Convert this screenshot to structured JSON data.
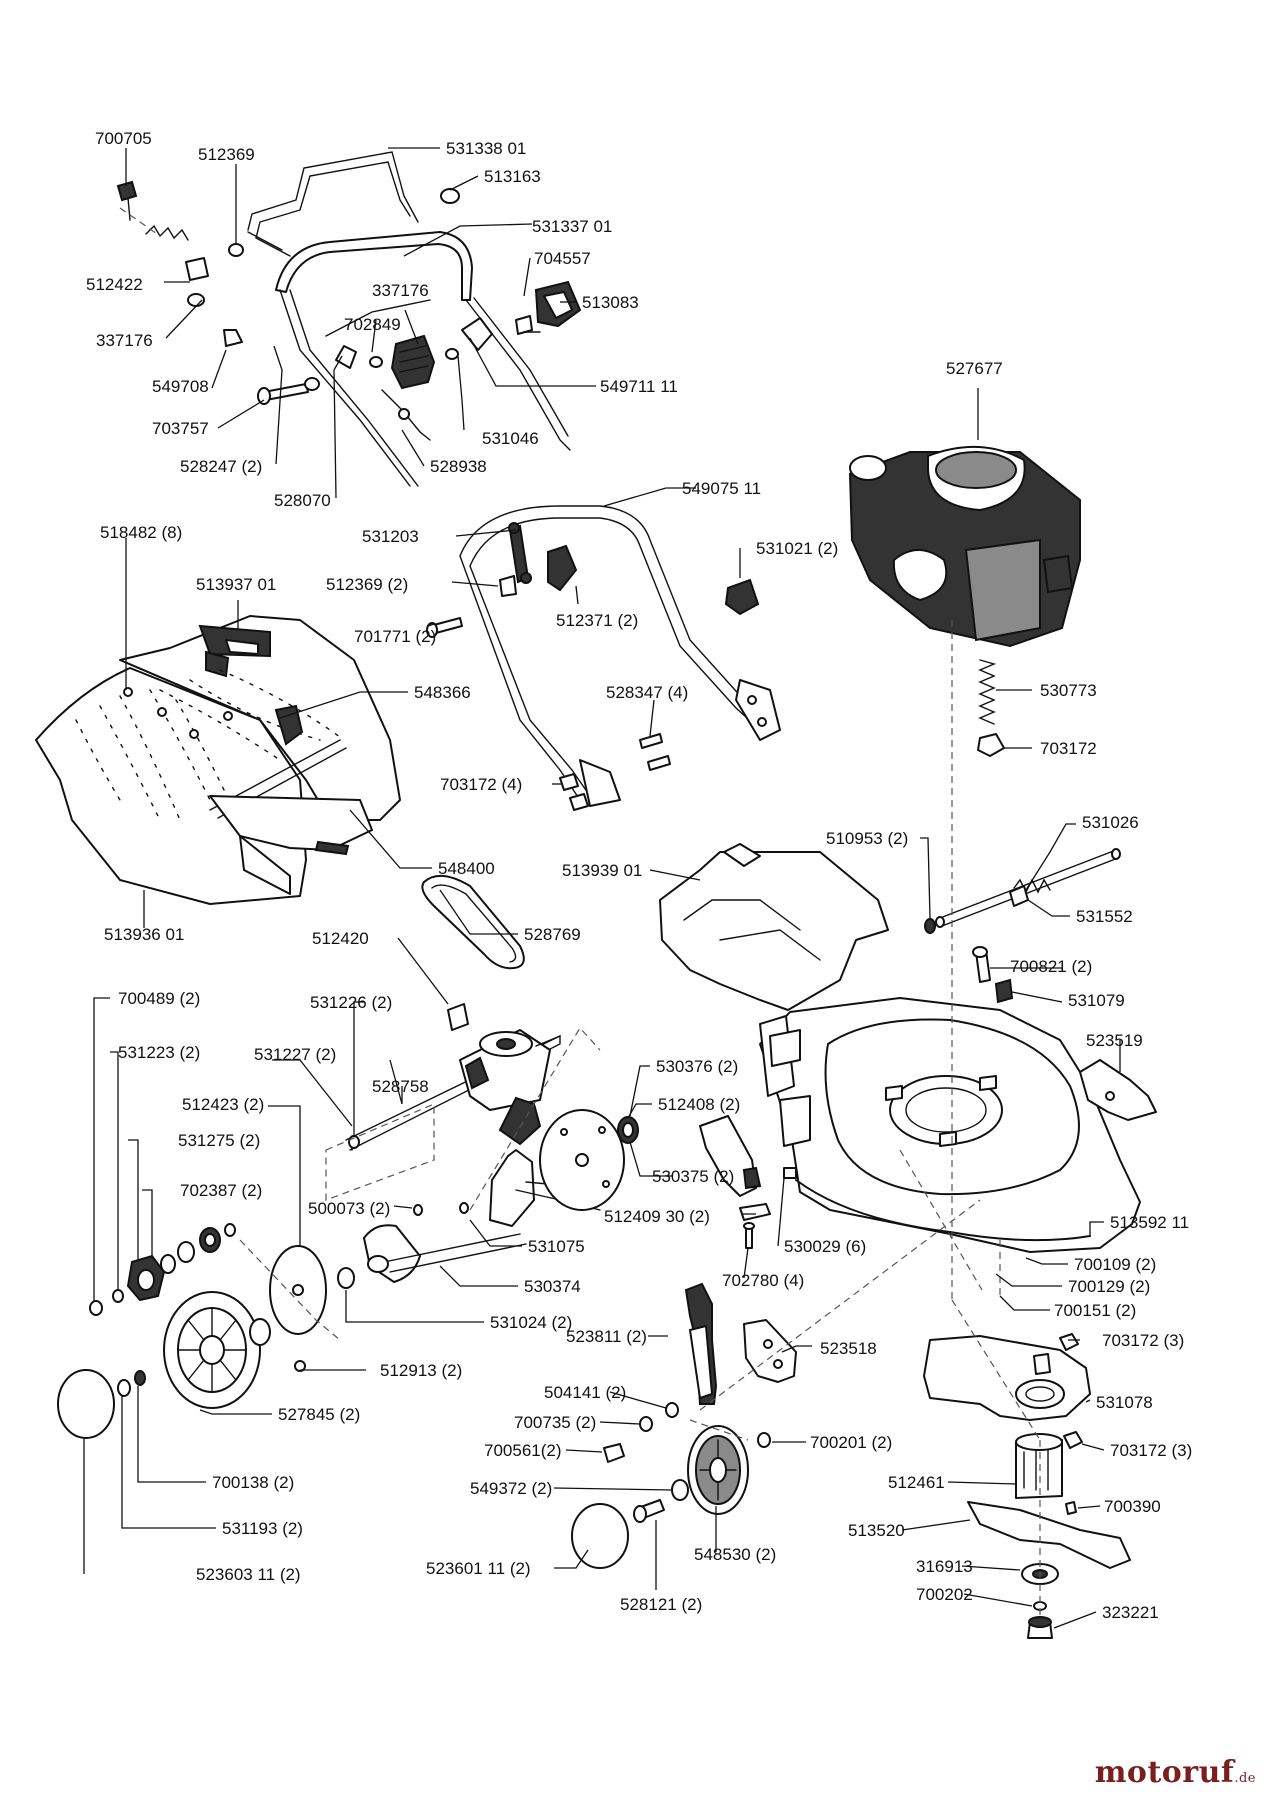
{
  "labels": {
    "p700705": "700705",
    "p512369": "512369",
    "p531338_01": "531338 01",
    "p513163": "513163",
    "p531337_01": "531337 01",
    "p512422": "512422",
    "p704557": "704557",
    "p337176_a": "337176",
    "p337176_b": "337176",
    "p513083": "513083",
    "p702849": "702849",
    "p549708": "549708",
    "p549711_11": "549711 11",
    "p703757": "703757",
    "p531046": "531046",
    "p528247_2": "528247 (2)",
    "p528938": "528938",
    "p528070": "528070",
    "p527677": "527677",
    "p549075_11": "549075 11",
    "p518482_8": "518482 (8)",
    "p531203": "531203",
    "p531021_2": "531021 (2)",
    "p513937_01": "513937 01",
    "p512369_2": "512369 (2)",
    "p512371_2": "512371 (2)",
    "p701771_2": "701771 (2)",
    "p548366": "548366",
    "p530773": "530773",
    "p528347_4": "528347 (4)",
    "p703172_a": "703172",
    "p703172_4": "703172 (4)",
    "p531026": "531026",
    "p510953_2": "510953 (2)",
    "p548400": "548400",
    "p513939_01": "513939 01",
    "p531552": "531552",
    "p513936_01": "513936 01",
    "p512420": "512420",
    "p528769": "528769",
    "p700821_2": "700821 (2)",
    "p700489_2": "700489 (2)",
    "p531226_2": "531226 (2)",
    "p531079": "531079",
    "p531223_2": "531223 (2)",
    "p531227_2": "531227 (2)",
    "p528758": "528758",
    "p523519": "523519",
    "p530376_2": "530376 (2)",
    "p512423_2": "512423 (2)",
    "p512408_2": "512408 (2)",
    "p531275_2": "531275 (2)",
    "p530375_2": "530375 (2)",
    "p702387_2": "702387 (2)",
    "p500073_2": "500073 (2)",
    "p512409_30_2": "512409 30 (2)",
    "p513592_11": "513592 11",
    "p531075": "531075",
    "p530029_6": "530029 (6)",
    "p700109_2": "700109 (2)",
    "p530374": "530374",
    "p702780_4": "702780 (4)",
    "p700129_2": "700129 (2)",
    "p700151_2": "700151 (2)",
    "p531024_2": "531024 (2)",
    "p523811_2": "523811 (2)",
    "p703172_3_a": "703172 (3)",
    "p523518": "523518",
    "p512913_2": "512913 (2)",
    "p504141_2": "504141 (2)",
    "p531078": "531078",
    "p527845_2": "527845 (2)",
    "p700735_2": "700735 (2)",
    "p700561_2": "700561(2)",
    "p700201_2": "700201 (2)",
    "p703172_3_b": "703172 (3)",
    "p700138_2": "700138 (2)",
    "p549372_2": "549372 (2)",
    "p512461": "512461",
    "p700390": "700390",
    "p531193_2": "531193 (2)",
    "p513520": "513520",
    "p548530_2": "548530 (2)",
    "p316913": "316913",
    "p523603_11_2": "523603 11 (2)",
    "p523601_11_2": "523601 11 (2)",
    "p528121_2": "528121 (2)",
    "p700202": "700202",
    "p323221": "323221"
  },
  "watermark": {
    "name": "motoruf",
    "tld": ".de"
  }
}
